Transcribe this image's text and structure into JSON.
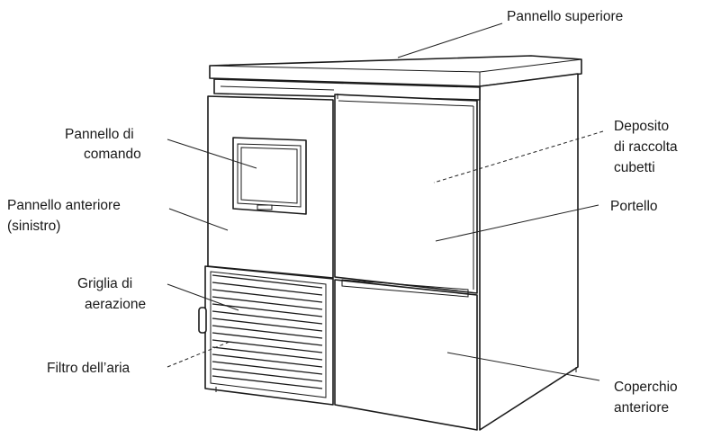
{
  "labels": {
    "top_panel": "Pannello superiore",
    "control_panel_l1": "Pannello di",
    "control_panel_l2": "comando",
    "front_panel_l1": "Pannello anteriore",
    "front_panel_l2": "(sinistro)",
    "grille_l1": "Griglia di",
    "grille_l2": "aerazione",
    "air_filter": "Filtro dell’aria",
    "bin_l1": "Deposito",
    "bin_l2": "di raccolta",
    "bin_l3": "cubetti",
    "door": "Portello",
    "cover_l1": "Coperchio",
    "cover_l2": "anteriore"
  }
}
